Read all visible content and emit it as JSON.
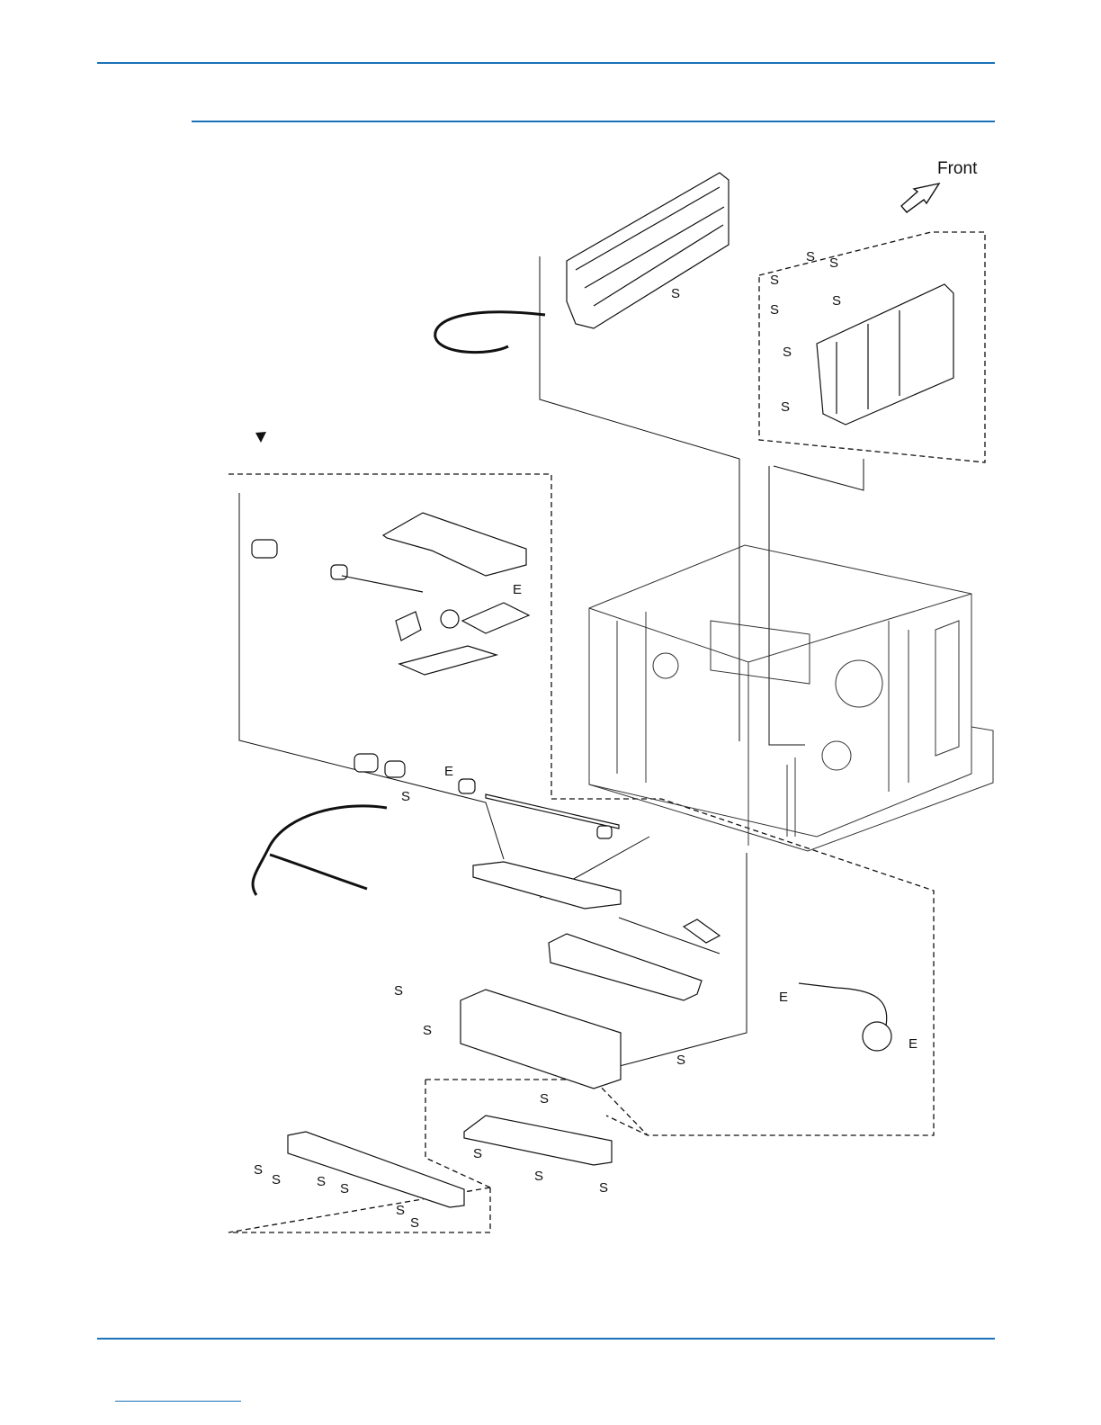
{
  "orientation": {
    "text": "Front"
  },
  "callouts": {
    "screw": "S",
    "e_ring": "E"
  },
  "colors": {
    "rule": "#1b72b8",
    "line": "#1a1a1a",
    "footer_line": "#1b72b8"
  },
  "icons": [
    "front-arrow-icon",
    "triangle-marker-icon"
  ]
}
